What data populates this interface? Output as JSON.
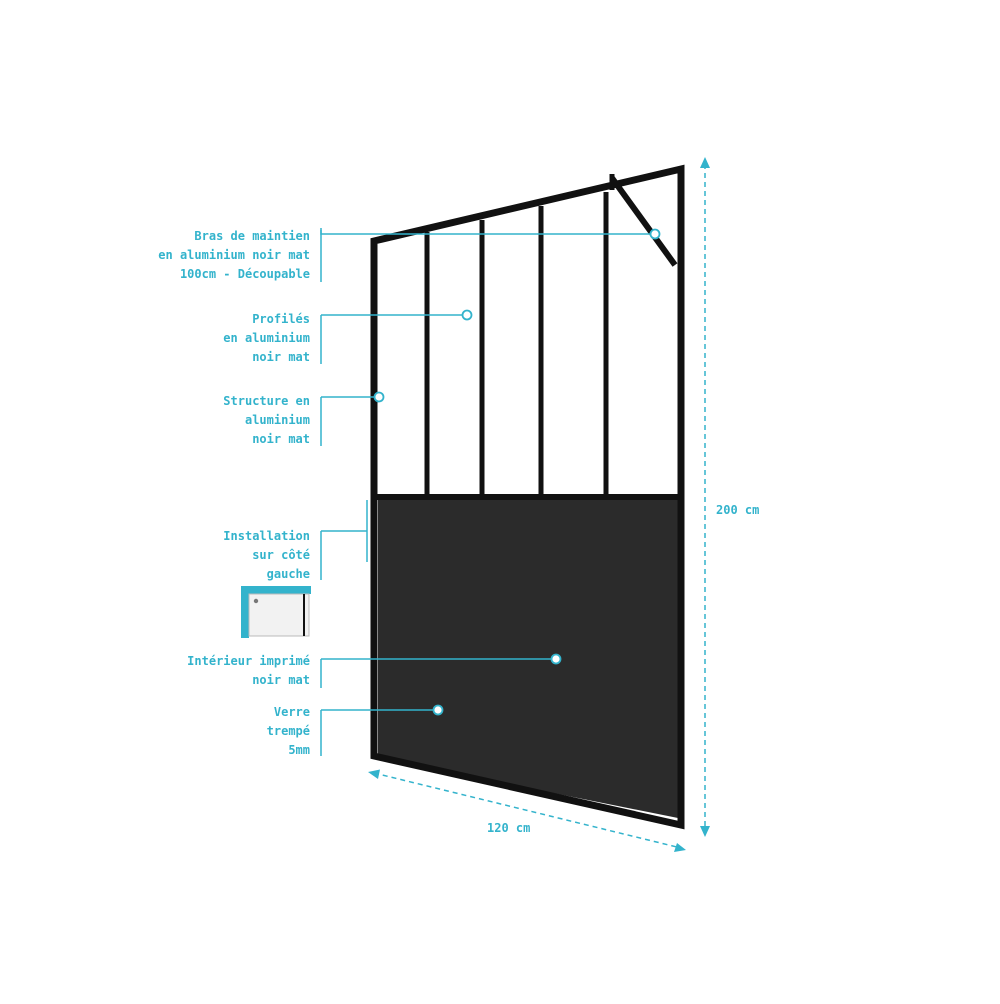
{
  "colors": {
    "accent": "#33b3cc",
    "frame": "#111111",
    "glass_clear": "#ffffff",
    "glass_printed": "#2b2b2b"
  },
  "labels": {
    "bras": [
      "Bras de maintien",
      "en aluminium noir mat",
      "100cm - Découpable"
    ],
    "profiles": [
      "Profilés",
      "en aluminium",
      "noir mat"
    ],
    "structure": [
      "Structure en",
      "aluminium",
      "noir mat"
    ],
    "installation": [
      "Installation",
      "sur côté",
      "gauche"
    ],
    "interieur": [
      "Intérieur imprimé",
      "noir mat"
    ],
    "verre": [
      "Verre",
      "trempé",
      "5mm"
    ]
  },
  "dimensions": {
    "height": "200 cm",
    "width": "120 cm"
  },
  "icons": {
    "installation_plan": "shower-tray-plan-icon"
  }
}
